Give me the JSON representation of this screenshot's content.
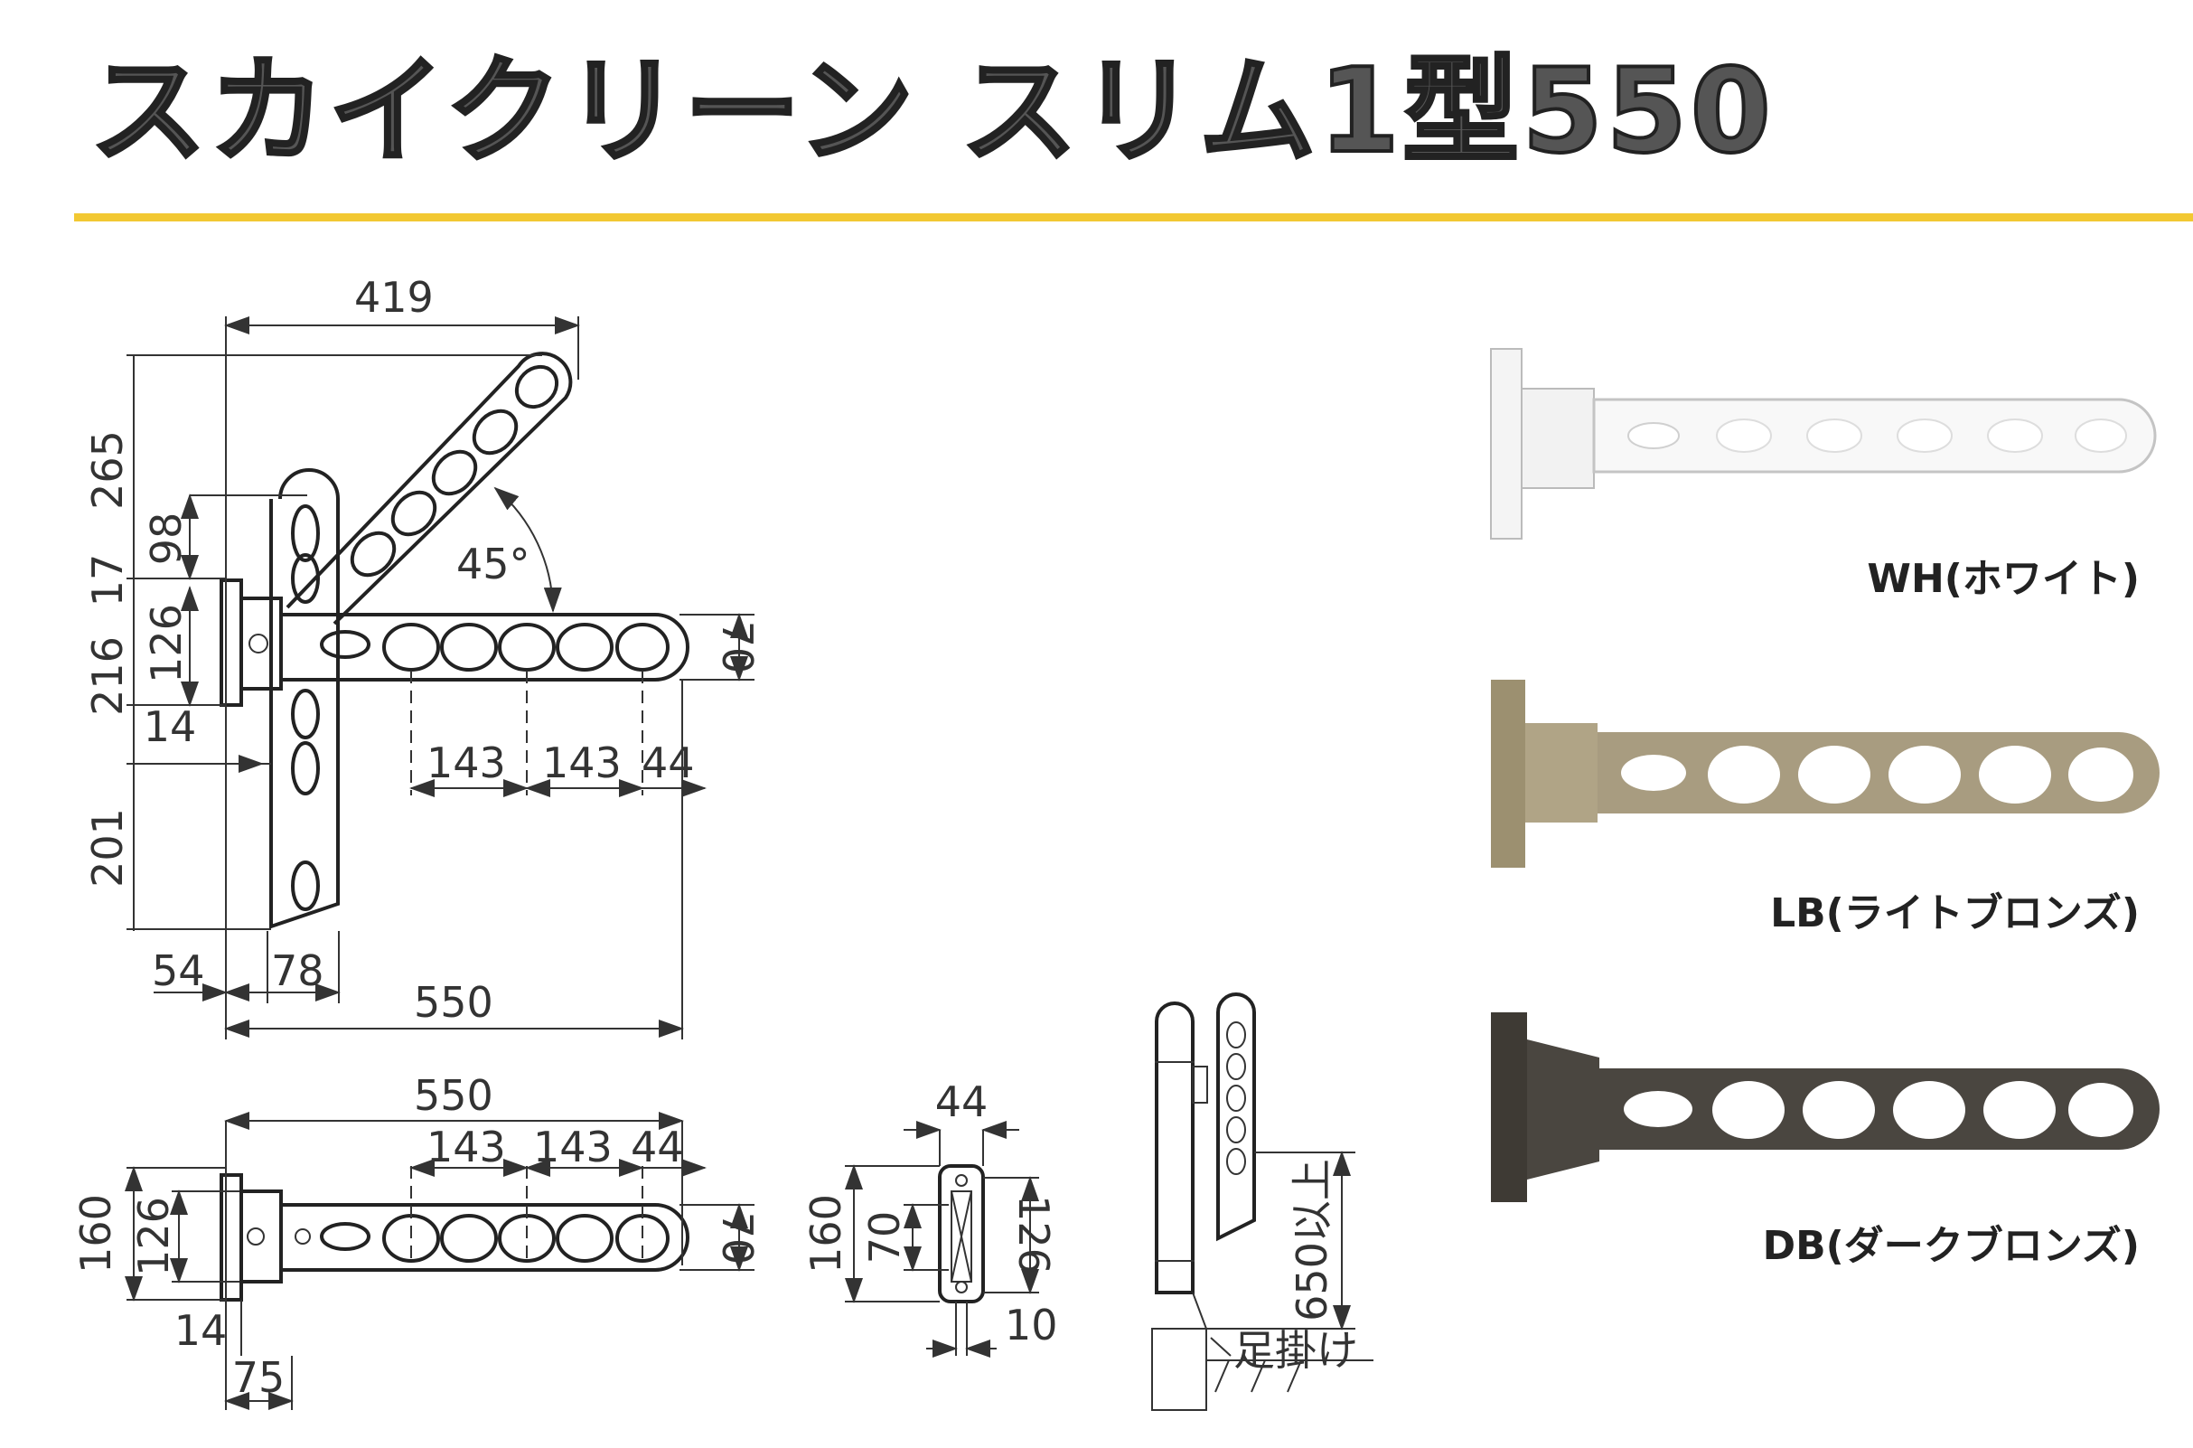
{
  "title": "スカイクリーン スリム1型550",
  "colors": {
    "title_rule": "#f2c832",
    "white_finish": "#f2f2f2",
    "light_bronze": "#a89c80",
    "dark_bronze": "#4a4640"
  },
  "dimensions": {
    "top_width": "419",
    "d265": "265",
    "d98": "98",
    "d17": "17",
    "d126": "126",
    "d216": "216",
    "d14": "14",
    "d201": "201",
    "d54": "54",
    "d78": "78",
    "d550": "550",
    "angle": "45°",
    "d143a": "143",
    "d143b": "143",
    "d44": "44",
    "d70": "70"
  },
  "front_view": {
    "d550": "550",
    "d143a": "143",
    "d143b": "143",
    "d44": "44",
    "d160": "160",
    "d126": "126",
    "d70": "70",
    "d14": "14",
    "d75": "75"
  },
  "side_view": {
    "d44": "44",
    "d160": "160",
    "d70": "70",
    "d126": "126",
    "d10": "10"
  },
  "install_view": {
    "height": "650以上",
    "foothold": "足掛け"
  },
  "products": [
    {
      "label": "WH(ホワイト)",
      "icon": "white-arm-photo"
    },
    {
      "label": "LB(ライトブロンズ)",
      "icon": "light-bronze-arm-photo"
    },
    {
      "label": "DB(ダークブロンズ)",
      "icon": "dark-bronze-arm-photo"
    }
  ]
}
